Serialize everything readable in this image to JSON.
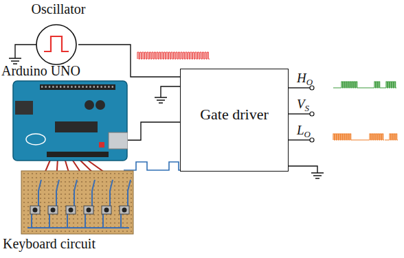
{
  "diagram": {
    "nodes": [
      {
        "text": [
          "Oscillator"
        ]
      },
      {
        "text": [
          "Arduino UNO"
        ]
      },
      {
        "text": [
          "Gate driver"
        ]
      },
      {
        "text": [
          "Keyboard circuit"
        ]
      }
    ],
    "edges": [
      {
        "from": 0,
        "to": 2,
        "arrow": "none"
      },
      {
        "from": 1,
        "to": 2,
        "arrow": "none"
      },
      {
        "from": 3,
        "to": 1,
        "arrow": "none"
      }
    ],
    "labels": [
      "HO",
      "VS",
      "LO"
    ]
  }
}
